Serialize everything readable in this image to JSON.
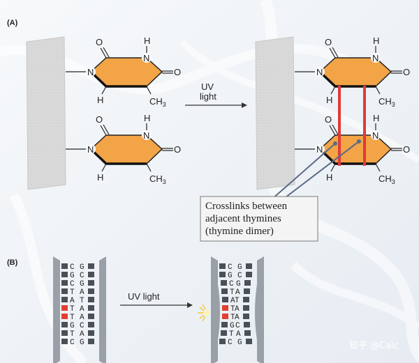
{
  "panel_a": {
    "label": "(A)",
    "atoms": {
      "n": "N",
      "o": "O",
      "h": "H",
      "ch3": "CH",
      "sub3": "3"
    },
    "arrow_label_line1": "UV",
    "arrow_label_line2": "light",
    "callout": {
      "line1": "Crosslinks between",
      "line2": "adjacent thymines",
      "line3": "(thymine dimer)"
    }
  },
  "panel_b": {
    "label": "(B)",
    "arrow_label": "UV light",
    "left_strand": [
      "C",
      "G",
      "C",
      "T",
      "A",
      "T",
      "T",
      "G",
      "T",
      "C"
    ],
    "right_strand": [
      "G",
      "C",
      "G",
      "A",
      "T",
      "A",
      "A",
      "C",
      "A",
      "G"
    ],
    "damaged_rows": [
      5,
      6
    ]
  },
  "watermark": "知乎 @Caic",
  "colors": {
    "ring_fill": "#f2a447",
    "ring_stroke": "#222222",
    "crosslink": "#e03a3a",
    "callout_line": "#5a6a86",
    "backbone": "#9aa0a8",
    "base_box": "#4a5058",
    "damaged": "#e04030",
    "flash": "#f7c948"
  }
}
